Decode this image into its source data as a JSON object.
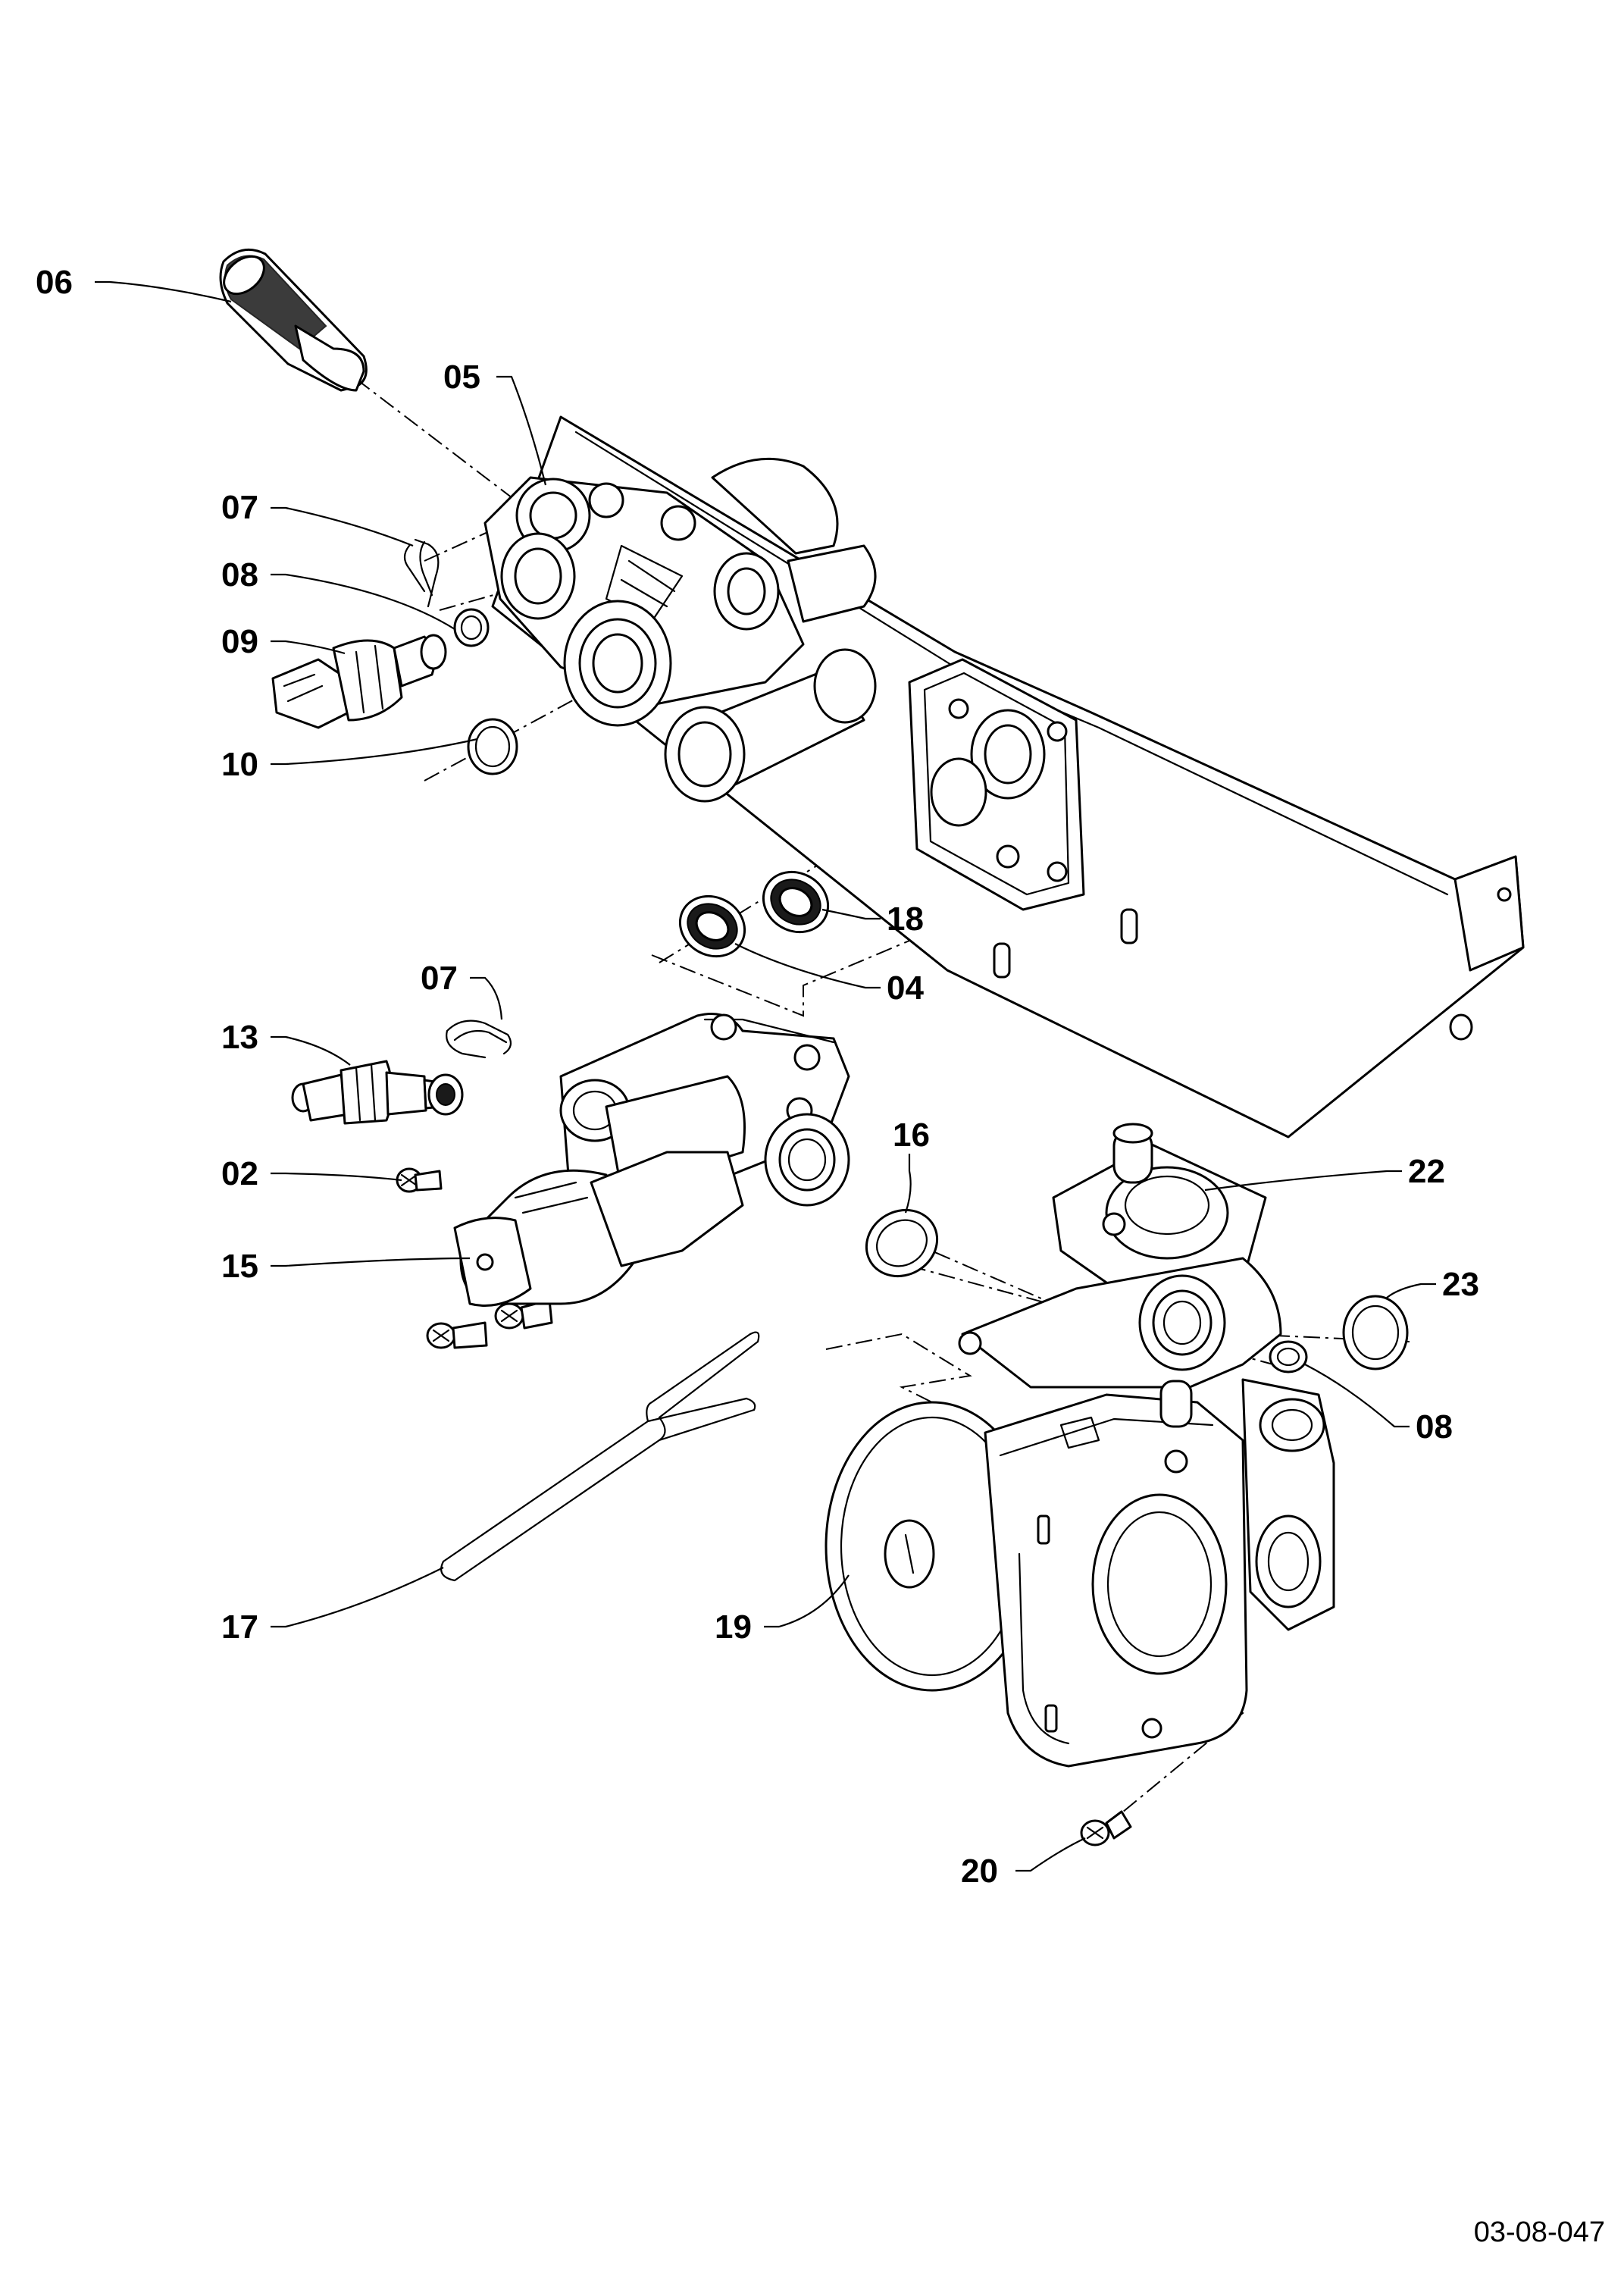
{
  "diagram": {
    "callouts": [
      {
        "id": "06",
        "label": "06"
      },
      {
        "id": "05",
        "label": "05"
      },
      {
        "id": "07a",
        "label": "07"
      },
      {
        "id": "08a",
        "label": "08"
      },
      {
        "id": "09",
        "label": "09"
      },
      {
        "id": "10",
        "label": "10"
      },
      {
        "id": "18",
        "label": "18"
      },
      {
        "id": "04",
        "label": "04"
      },
      {
        "id": "07b",
        "label": "07"
      },
      {
        "id": "13",
        "label": "13"
      },
      {
        "id": "02",
        "label": "02"
      },
      {
        "id": "15",
        "label": "15"
      },
      {
        "id": "16",
        "label": "16"
      },
      {
        "id": "22",
        "label": "22"
      },
      {
        "id": "23",
        "label": "23"
      },
      {
        "id": "08b",
        "label": "08"
      },
      {
        "id": "17",
        "label": "17"
      },
      {
        "id": "19",
        "label": "19"
      },
      {
        "id": "20",
        "label": "20"
      }
    ],
    "document_code": "03-08-047"
  }
}
